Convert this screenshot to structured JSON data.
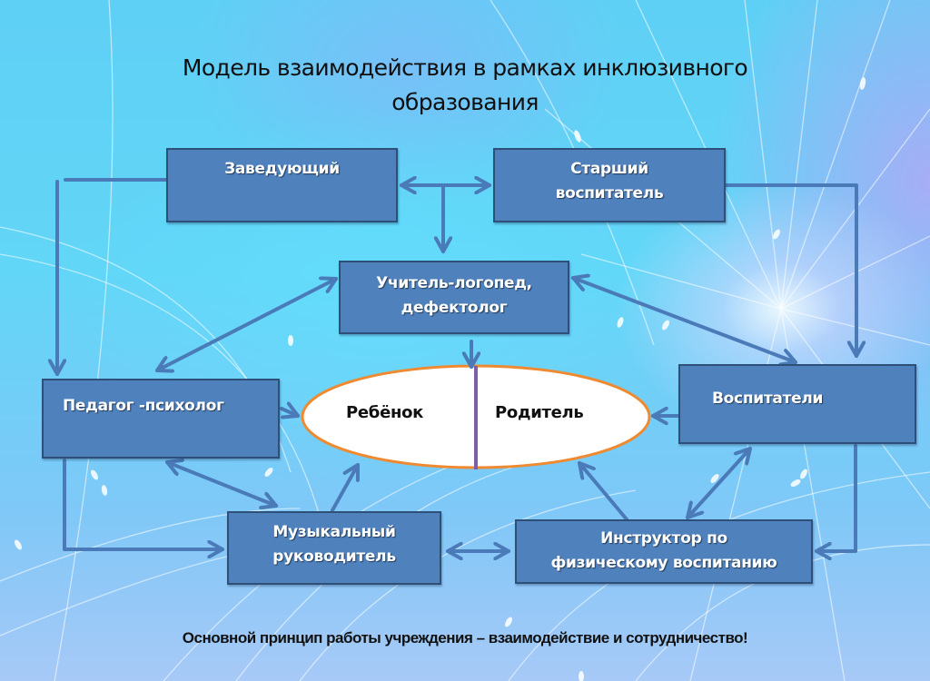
{
  "title": {
    "line1": "Модель взаимодействия в рамках инклюзивного",
    "line2": "образования"
  },
  "nodes": {
    "head": {
      "lines": [
        "Заведующий"
      ]
    },
    "senior_teacher": {
      "lines": [
        "Старший",
        "воспитатель"
      ]
    },
    "speech_therapist": {
      "lines": [
        "Учитель-логопед,",
        "дефектолог"
      ]
    },
    "psychologist": {
      "lines": [
        "Педагог -психолог"
      ]
    },
    "teachers": {
      "lines": [
        "Воспитатели"
      ]
    },
    "music_director": {
      "lines": [
        "Музыкальный",
        "руководитель"
      ]
    },
    "pe_instructor": {
      "lines": [
        "Инструктор по",
        "физическому воспитанию"
      ]
    }
  },
  "center": {
    "child": "Ребёнок",
    "parent": "Родитель"
  },
  "connections": [
    {
      "from": "head",
      "to": "senior_teacher",
      "type": "bidirectional"
    },
    {
      "from": "head-senior junction",
      "to": "speech_therapist",
      "type": "directed"
    },
    {
      "from": "head",
      "to": "psychologist",
      "type": "directed"
    },
    {
      "from": "senior_teacher",
      "to": "teachers",
      "type": "directed"
    },
    {
      "from": "speech_therapist",
      "to": "psychologist",
      "type": "bidirectional"
    },
    {
      "from": "speech_therapist",
      "to": "teachers",
      "type": "bidirectional"
    },
    {
      "from": "speech_therapist",
      "to": "center",
      "type": "directed"
    },
    {
      "from": "psychologist",
      "to": "center",
      "type": "directed"
    },
    {
      "from": "teachers",
      "to": "center",
      "type": "directed"
    },
    {
      "from": "psychologist",
      "to": "music_director",
      "type": "bidirectional"
    },
    {
      "from": "psychologist",
      "to": "music_director",
      "type": "directed-elbow"
    },
    {
      "from": "music_director",
      "to": "center",
      "type": "directed"
    },
    {
      "from": "pe_instructor",
      "to": "center",
      "type": "directed"
    },
    {
      "from": "music_director",
      "to": "pe_instructor",
      "type": "bidirectional"
    },
    {
      "from": "pe_instructor",
      "to": "teachers",
      "type": "bidirectional"
    },
    {
      "from": "teachers",
      "to": "pe_instructor",
      "type": "directed-elbow"
    }
  ],
  "motto": "Основной принцип работы учреждения – взаимодействие и сотрудничество!",
  "colors": {
    "box_fill": "#4f81bd",
    "box_border": "#2e4f78",
    "arrow": "#4a7ab8",
    "ellipse_border": "#f08a30",
    "divider": "#7b5fa8"
  }
}
